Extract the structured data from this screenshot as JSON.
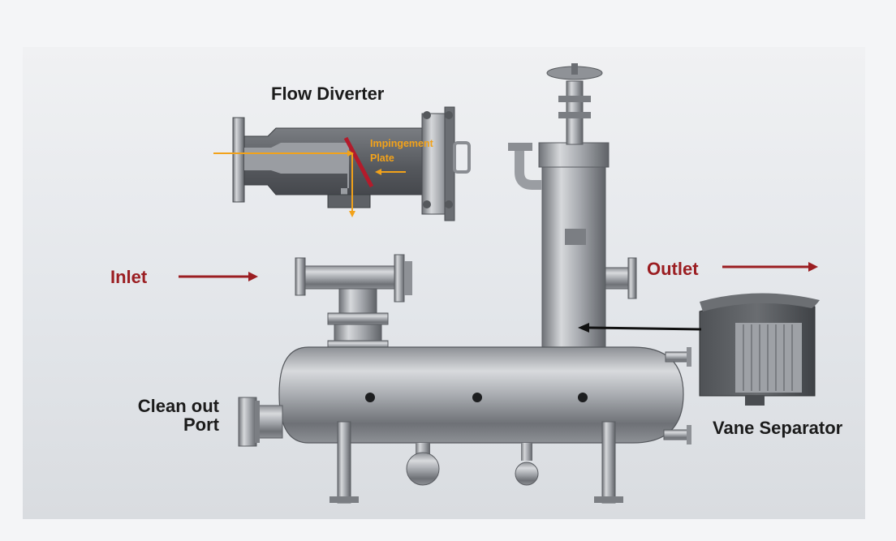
{
  "labels": {
    "flow_diverter": "Flow Diverter",
    "impingement_plate": "Impingement Plate",
    "inlet": "Inlet",
    "outlet": "Outlet",
    "clean_out_port": "Clean out Port",
    "vane_separator": "Vane Separator"
  },
  "colors": {
    "label_dark": "#1b1b1b",
    "label_red": "#9b1e22",
    "arrow_red": "#9b1e22",
    "arrow_orange": "#f2a21a",
    "impingement_plate": "#b31b2b",
    "arrow_black": "#111111"
  }
}
